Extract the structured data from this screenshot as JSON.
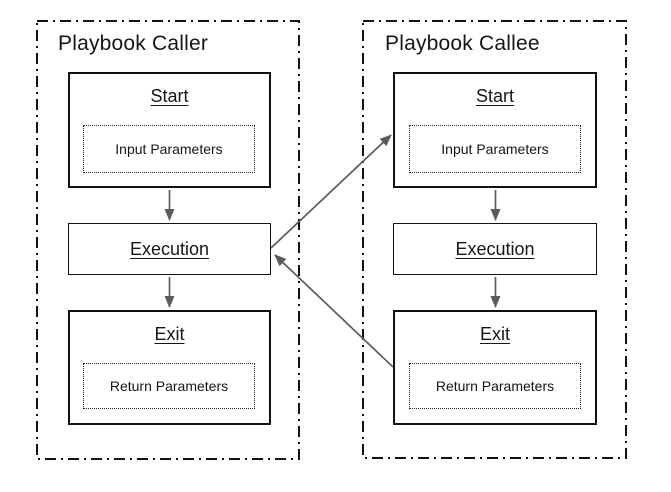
{
  "diagram": {
    "colors": {
      "background": "#ffffff",
      "box_border": "#111111",
      "arrow": "#5b5b5b",
      "text": "#161616"
    },
    "lanes": [
      {
        "id": "caller",
        "title": "Playbook Caller",
        "nodes": [
          {
            "label": "Start",
            "param": "Input Parameters"
          },
          {
            "label": "Execution"
          },
          {
            "label": "Exit",
            "param": "Return Parameters"
          }
        ]
      },
      {
        "id": "callee",
        "title": "Playbook Callee",
        "nodes": [
          {
            "label": "Start",
            "param": "Input Parameters"
          },
          {
            "label": "Execution"
          },
          {
            "label": "Exit",
            "param": "Return Parameters"
          }
        ]
      }
    ],
    "edges": [
      {
        "from": "caller.start",
        "to": "caller.execution"
      },
      {
        "from": "caller.execution",
        "to": "caller.exit"
      },
      {
        "from": "callee.start",
        "to": "callee.execution"
      },
      {
        "from": "callee.execution",
        "to": "callee.exit"
      },
      {
        "from": "caller.execution",
        "to": "callee.start",
        "meaning": "call"
      },
      {
        "from": "callee.exit",
        "to": "caller.execution",
        "meaning": "return"
      }
    ]
  }
}
